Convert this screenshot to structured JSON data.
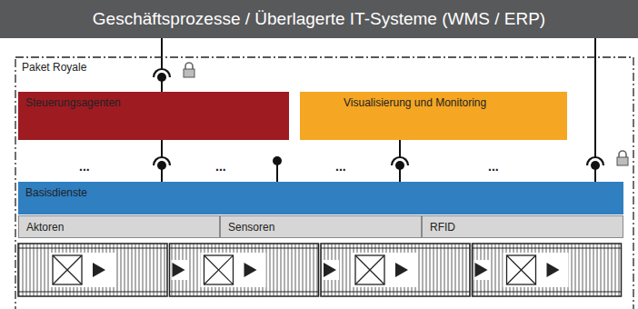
{
  "diagram": {
    "nodes": [
      {
        "text": [
          "Geschäftsprozesse / Überlagerte IT-Systeme (WMS / ERP)"
        ]
      },
      {
        "text": [
          "Paket Royale"
        ]
      },
      {
        "text": [
          "Steuerungsagenten"
        ],
        "in": 1
      },
      {
        "text": [
          "Visualisierung und Monitoring"
        ],
        "in": 1
      },
      {
        "text": [
          "Basisdienste"
        ],
        "in": 1
      },
      {
        "text": [
          "Aktoren"
        ],
        "in": 1
      },
      {
        "text": [
          "Sensoren"
        ],
        "in": 1
      },
      {
        "text": [
          "RFID"
        ],
        "in": 1
      }
    ],
    "edges": [
      {
        "from": 2,
        "to": 0,
        "arrow": "none"
      },
      {
        "from": 4,
        "to": 2,
        "arrow": "none"
      },
      {
        "from": 4,
        "to": 3,
        "arrow": "none"
      },
      {
        "from": 4,
        "to": 0,
        "arrow": "none"
      }
    ],
    "labels": [
      "...",
      "...",
      "...",
      "..."
    ]
  }
}
